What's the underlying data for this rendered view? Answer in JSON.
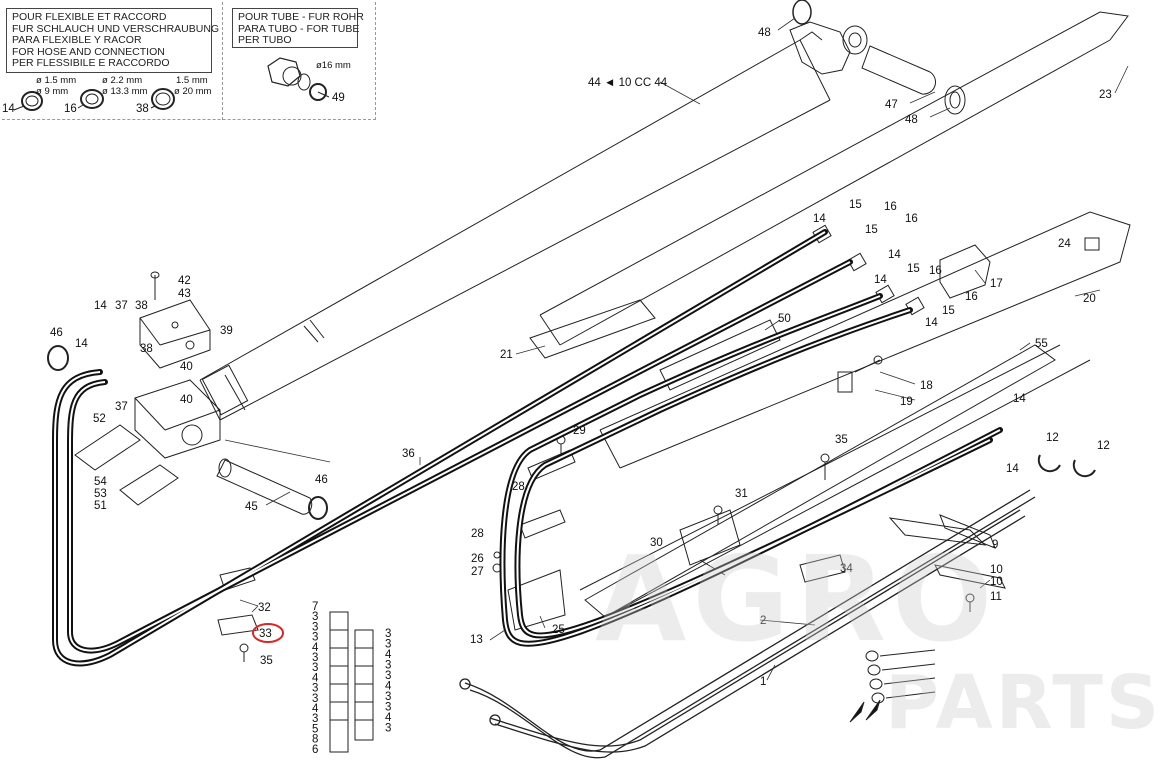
{
  "legend_hose": {
    "lines": [
      "POUR FLEXIBLE ET RACCORD",
      "FUR SCHLAUCH UND VERSCHRAUBUNG",
      "PARA FLEXIBLE Y RACOR",
      "FOR HOSE AND CONNECTION",
      "PER FLESSIBILE E RACCORDO"
    ]
  },
  "legend_tube": {
    "lines": [
      "POUR TUBE - FUR ROHR",
      "PARA TUBO - FOR TUBE",
      "PER TUBO"
    ]
  },
  "seal_specs": {
    "s14": {
      "ref": "14",
      "inner": "ø 1.5 mm",
      "outer": "ø 9 mm"
    },
    "s16": {
      "ref": "16",
      "inner": "ø 2.2 mm",
      "outer": "ø 13.3 mm"
    },
    "s38": {
      "ref": "38",
      "inner": "1.5 mm",
      "outer": "ø 20 mm"
    },
    "s49": {
      "ref": "49",
      "dia": "ø16 mm"
    }
  },
  "note_44": "44 ◄ 10 CC 44",
  "callouts": {
    "c48a": "48",
    "c48b": "48",
    "c47": "47",
    "c23": "23",
    "c24": "24",
    "c20": "20",
    "c21": "21",
    "c17": "17",
    "c16a": "16",
    "c16b": "16",
    "c16c": "16",
    "c16d": "16",
    "c15a": "15",
    "c15b": "15",
    "c15c": "15",
    "c15d": "15",
    "c14a": "14",
    "c14b": "14",
    "c14c": "14",
    "c14d": "14",
    "c14e": "14",
    "c14f": "14",
    "c14g": "14",
    "c42": "42",
    "c43": "43",
    "c39": "39",
    "c37a": "37",
    "c37b": "37",
    "c38a": "38",
    "c38b": "38",
    "c40a": "40",
    "c40b": "40",
    "c46a": "46",
    "c46b": "46",
    "c52": "52",
    "c54": "54",
    "c53": "53",
    "c51": "51",
    "c45": "45",
    "c36": "36",
    "c50": "50",
    "c55": "55",
    "c18": "18",
    "c19": "19",
    "c29": "29",
    "c28a": "28",
    "c28b": "28",
    "c35a": "35",
    "c35b": "35",
    "c31": "31",
    "c30": "30",
    "c34": "34",
    "c26": "26",
    "c27": "27",
    "c25": "25",
    "c13": "13",
    "c32": "32",
    "c33": "33",
    "c12a": "12",
    "c12b": "12",
    "c9": "9",
    "c10": "10",
    "c11": "11",
    "c2": "2",
    "c1": "1"
  },
  "stack_left": [
    "7",
    "3",
    "3",
    "3",
    "4",
    "3",
    "3",
    "4",
    "3",
    "3",
    "4",
    "3",
    "5",
    "8",
    "6"
  ],
  "stack_right": [
    "3",
    "3",
    "4",
    "3",
    "3",
    "4",
    "3",
    "3",
    "4",
    "3"
  ],
  "highlight_color": "#d62828",
  "watermark": {
    "line1": "AGRO",
    "line2": "PARTS"
  }
}
